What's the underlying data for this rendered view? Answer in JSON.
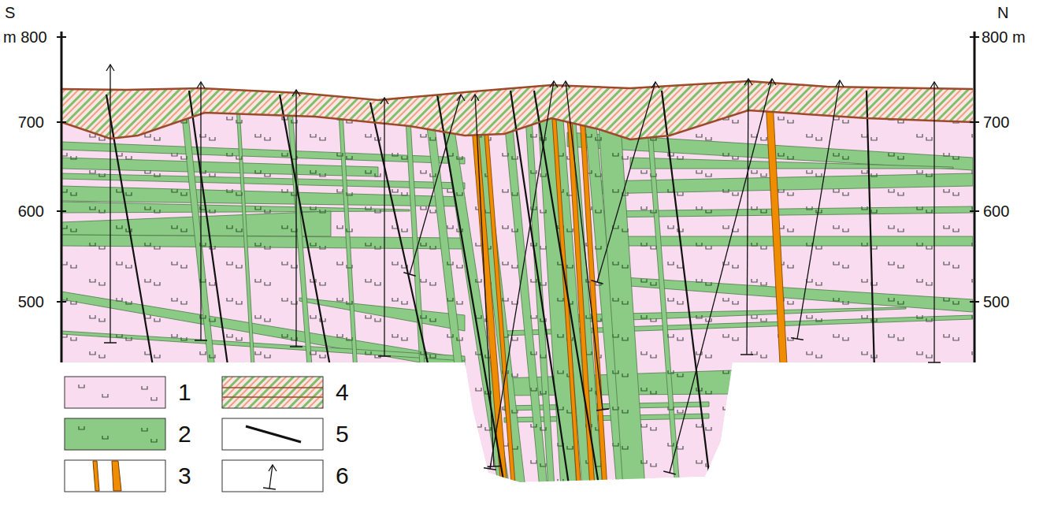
{
  "diagram": {
    "labels": [
      "S",
      "m 800",
      "700",
      "600",
      "500",
      "N",
      "800 m",
      "700",
      "600",
      "500"
    ],
    "legend": [
      {
        "text": "1",
        "color": "#f9dcef"
      },
      {
        "text": "2",
        "color": "#8ccb86"
      },
      {
        "text": "3"
      },
      {
        "text": "4"
      },
      {
        "text": "5"
      },
      {
        "text": "6"
      }
    ]
  }
}
